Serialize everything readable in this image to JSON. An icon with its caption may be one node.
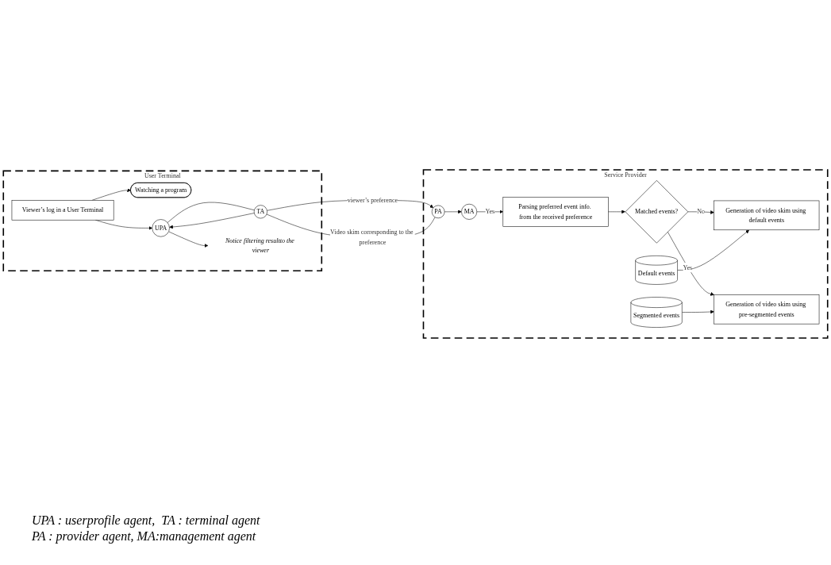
{
  "diagram": {
    "nodes": [
      {
        "text": [
          "User Terminal"
        ]
      },
      {
        "text": [
          "Viewer’s log in a User Terminal"
        ],
        "in": 0
      },
      {
        "text": [
          "Watching a program"
        ],
        "in": 0
      },
      {
        "text": [
          "UPA"
        ],
        "in": 0
      },
      {
        "text": [
          "TA"
        ],
        "in": 0
      },
      {
        "text": [
          "Notice filtering resultto the viewer"
        ],
        "in": 0
      },
      {
        "text": [
          "Service Provider"
        ]
      },
      {
        "text": [
          "PA"
        ],
        "in": 6
      },
      {
        "text": [
          "MA"
        ],
        "in": 6
      },
      {
        "text": [
          "Parsing preferred event info. from the received preference"
        ],
        "in": 6
      },
      {
        "text": [
          "Matched events?"
        ],
        "in": 6
      },
      {
        "text": [
          "Generation of video skim using default events"
        ],
        "in": 6
      },
      {
        "text": [
          "Generation of video skim using pre-segmented events"
        ],
        "in": 6
      },
      {
        "text": [
          "Default events"
        ],
        "in": 6
      },
      {
        "text": [
          "Segmented events"
        ],
        "in": 6
      }
    ],
    "edges": [
      {
        "from": 1,
        "to": 2,
        "arrow": "to"
      },
      {
        "from": 1,
        "to": 3,
        "arrow": "to"
      },
      {
        "from": 3,
        "to": 4,
        "arrow": "none"
      },
      {
        "from": 4,
        "to": 7,
        "arrow": "to",
        "label": "viewer’s preference"
      },
      {
        "from": 7,
        "to": 4,
        "arrow": "none",
        "label": "Video skim corresponding to the preference"
      },
      {
        "from": 4,
        "to": 3,
        "arrow": "to"
      },
      {
        "from": 3,
        "to": 5,
        "arrow": "to"
      },
      {
        "from": 7,
        "to": 8,
        "arrow": "to"
      },
      {
        "from": 8,
        "to": 9,
        "arrow": "to",
        "label": "Yes"
      },
      {
        "from": 9,
        "to": 10,
        "arrow": "to"
      },
      {
        "from": 10,
        "to": 11,
        "arrow": "to",
        "label": "No"
      },
      {
        "from": 10,
        "to": 12,
        "arrow": "to",
        "label": "Yes"
      },
      {
        "from": 13,
        "to": 11,
        "arrow": "to"
      },
      {
        "from": 14,
        "to": 12,
        "arrow": "to"
      }
    ],
    "labels": [
      "UPA : userprofile agent,  TA : terminal agent",
      "PA : provider agent, MA:management agent"
    ]
  }
}
